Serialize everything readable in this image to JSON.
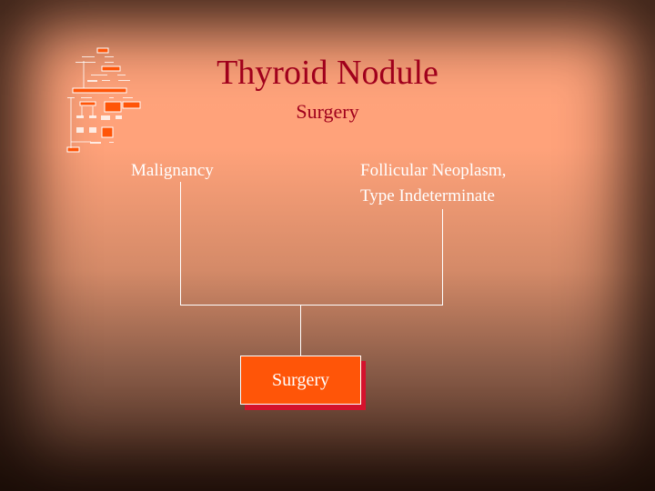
{
  "slide": {
    "title": "Thyroid Nodule",
    "subtitle": "Surgery",
    "left_label": "Malignancy",
    "right_label_line1": "Follicular Neoplasm,",
    "right_label_line2": "Type Indeterminate",
    "result_box": "Surgery"
  },
  "colors": {
    "title": "#a0001c",
    "box": "#ff5508",
    "box_shadow": "#d4122c"
  }
}
